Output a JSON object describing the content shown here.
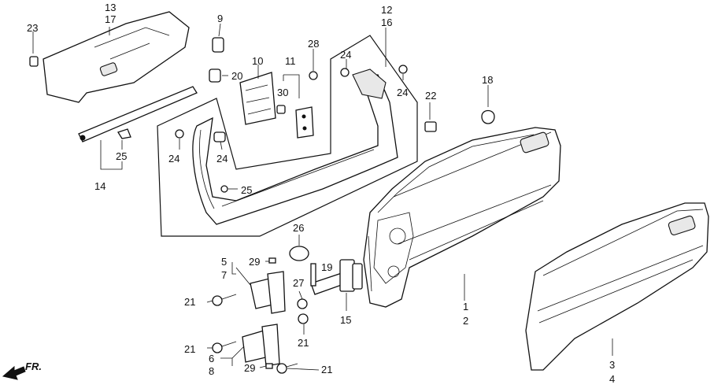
{
  "direction_label": "FR.",
  "callouts": {
    "c1": "1",
    "c2": "2",
    "c3": "3",
    "c4": "4",
    "c5": "5",
    "c6": "6",
    "c7": "7",
    "c8": "8",
    "c9": "9",
    "c10": "10",
    "c11": "11",
    "c12": "12",
    "c13": "13",
    "c14": "14",
    "c15": "15",
    "c16": "16",
    "c17": "17",
    "c18": "18",
    "c19": "19",
    "c20": "20",
    "c21a": "21",
    "c21b": "21",
    "c21c": "21",
    "c21d": "21",
    "c22": "22",
    "c23": "23",
    "c24a": "24",
    "c24b": "24",
    "c24c": "24",
    "c24d": "24",
    "c25a": "25",
    "c25b": "25",
    "c26": "26",
    "c27": "27",
    "c28": "28",
    "c29a": "29",
    "c29b": "29",
    "c30": "30"
  }
}
